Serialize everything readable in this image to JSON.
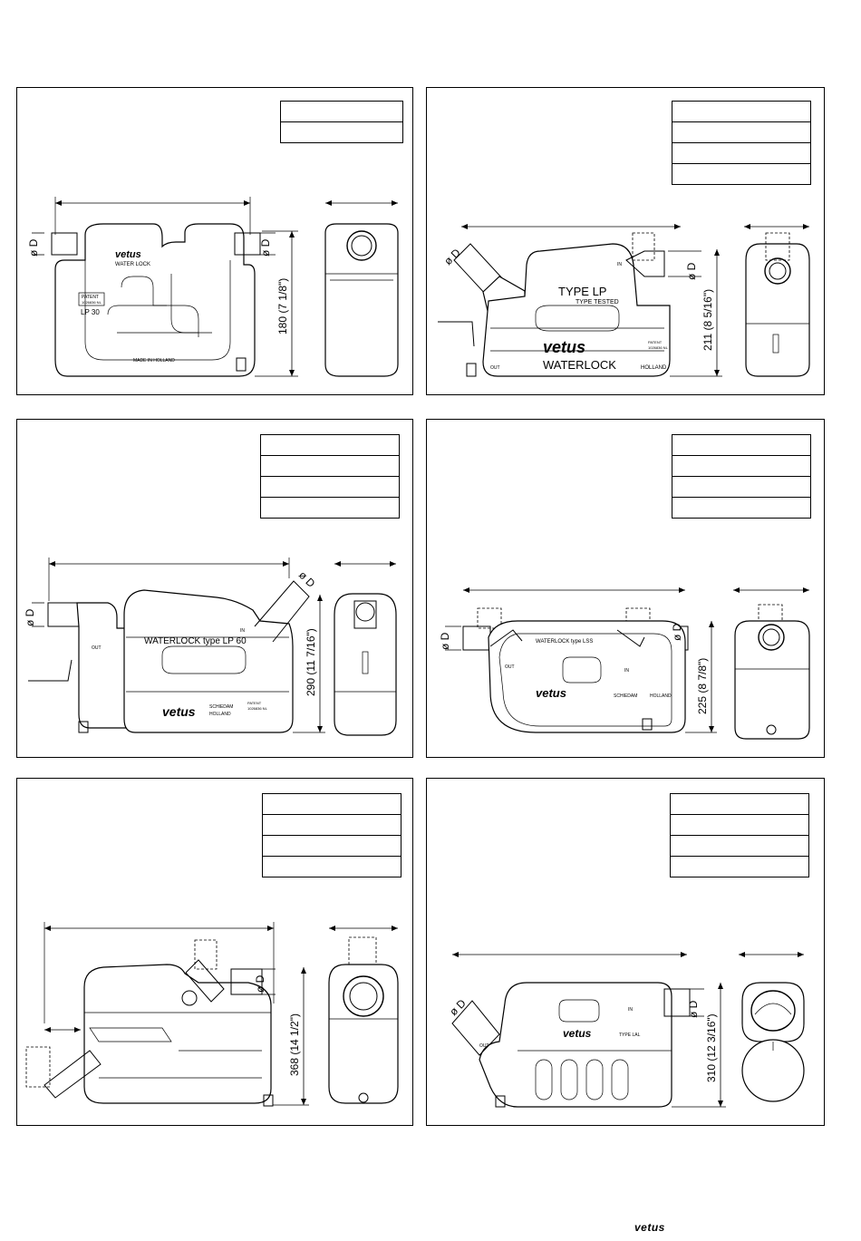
{
  "footer": {
    "brand": "vetus"
  },
  "panels": [
    {
      "model": "LP 30",
      "height_label": "180 (7 1/8\")",
      "diameter_label": "ø D",
      "diameter_label_2": "ø D",
      "texts": {
        "brand": "vetus",
        "sub": "WATER LOCK",
        "patent": "PATENT",
        "patent_no": "1026836 NL",
        "made": "MADE IN HOLLAND"
      }
    },
    {
      "height_label": "211 (8 5/16\")",
      "diameter_label": "ø D",
      "diameter_label_2": "ø D",
      "texts": {
        "type": "TYPE LP",
        "type_tested": "TYPE TESTED",
        "brand": "vetus",
        "waterlock": "WATERLOCK",
        "holland": "HOLLAND",
        "out": "OUT",
        "in": "IN",
        "patent": "PATENT",
        "patent_no": "1026836 NL"
      }
    },
    {
      "height_label": "290 (11 7/16\")",
      "diameter_label": "ø D",
      "diameter_label_2": "ø D",
      "texts": {
        "waterlock": "WATERLOCK  type LP 60",
        "out": "OUT",
        "in": "IN",
        "brand": "vetus",
        "city": "SCHIEDAM",
        "country": "HOLLAND",
        "patent": "PATENT",
        "patent_no": "1026836 NL"
      }
    },
    {
      "height_label": "225 (8 7/8\")",
      "diameter_label": "ø D",
      "diameter_label_2": "ø D",
      "texts": {
        "waterlock": "WATERLOCK  type  LSS",
        "out": "OUT",
        "in": "IN",
        "brand": "vetus",
        "city": "SCHIEDAM",
        "country": "HOLLAND"
      }
    },
    {
      "height_label": "368 (14 1/2\")",
      "diameter_label": "ø D"
    },
    {
      "height_label": "310 (12 3/16\")",
      "diameter_label": "ø D",
      "diameter_label_2": "ø D",
      "texts": {
        "brand": "vetus",
        "type": "TYPE LAL",
        "in": "IN",
        "out": "OUT"
      }
    }
  ]
}
